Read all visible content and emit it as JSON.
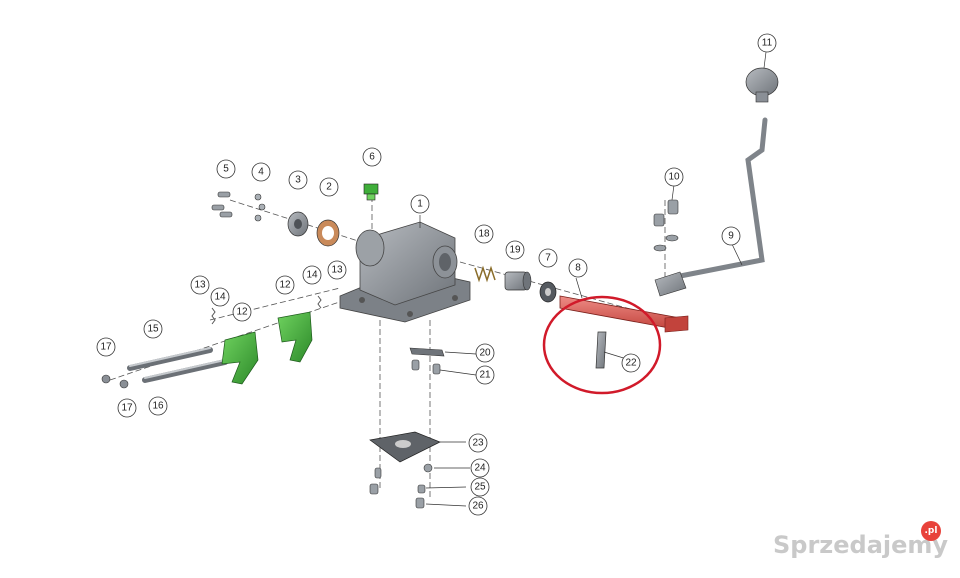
{
  "diagram": {
    "callouts": [
      {
        "id": "c1",
        "label": "1"
      },
      {
        "id": "c2",
        "label": "2"
      },
      {
        "id": "c3",
        "label": "3"
      },
      {
        "id": "c4",
        "label": "4"
      },
      {
        "id": "c5",
        "label": "5"
      },
      {
        "id": "c6",
        "label": "6"
      },
      {
        "id": "c7",
        "label": "7"
      },
      {
        "id": "c8",
        "label": "8"
      },
      {
        "id": "c9",
        "label": "9"
      },
      {
        "id": "c10",
        "label": "10"
      },
      {
        "id": "c11",
        "label": "11"
      },
      {
        "id": "c12a",
        "label": "12"
      },
      {
        "id": "c12b",
        "label": "12"
      },
      {
        "id": "c13a",
        "label": "13"
      },
      {
        "id": "c13b",
        "label": "13"
      },
      {
        "id": "c14a",
        "label": "14"
      },
      {
        "id": "c14b",
        "label": "14"
      },
      {
        "id": "c15",
        "label": "15"
      },
      {
        "id": "c16",
        "label": "16"
      },
      {
        "id": "c17a",
        "label": "17"
      },
      {
        "id": "c17b",
        "label": "17"
      },
      {
        "id": "c18",
        "label": "18"
      },
      {
        "id": "c19",
        "label": "19"
      },
      {
        "id": "c20",
        "label": "20"
      },
      {
        "id": "c21",
        "label": "21"
      },
      {
        "id": "c22",
        "label": "22"
      },
      {
        "id": "c23",
        "label": "23"
      },
      {
        "id": "c24",
        "label": "24"
      },
      {
        "id": "c25",
        "label": "25"
      },
      {
        "id": "c26",
        "label": "26"
      }
    ],
    "colors": {
      "housing": "#8a8f96",
      "highlight_part": "#d9534f",
      "fork": "#3fae3a",
      "circle_marker": "#d11a2a",
      "seal": "#c98a5a"
    }
  },
  "watermark": {
    "text": "Sprzedajemy",
    "badge": ".pl",
    "badge_color": "#e8423b"
  }
}
